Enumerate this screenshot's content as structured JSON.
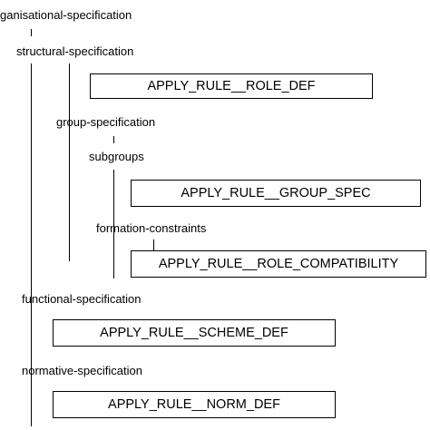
{
  "tree": {
    "root_label": "ganisational-specification",
    "structural": {
      "label": "structural-specification",
      "rule": "APPLY_RULE__ROLE_DEF",
      "group": {
        "label": "group-specification",
        "subgroups": {
          "label": "subgroups",
          "rule": "APPLY_RULE__GROUP_SPEC"
        },
        "formation": {
          "label": "formation-constraints",
          "rule": "APPLY_RULE__ROLE_COMPATIBILITY"
        }
      }
    },
    "functional": {
      "label": "functional-specification",
      "rule": "APPLY_RULE__SCHEME_DEF"
    },
    "normative": {
      "label": "normative-specification",
      "rule": "APPLY_RULE__NORM_DEF"
    }
  }
}
